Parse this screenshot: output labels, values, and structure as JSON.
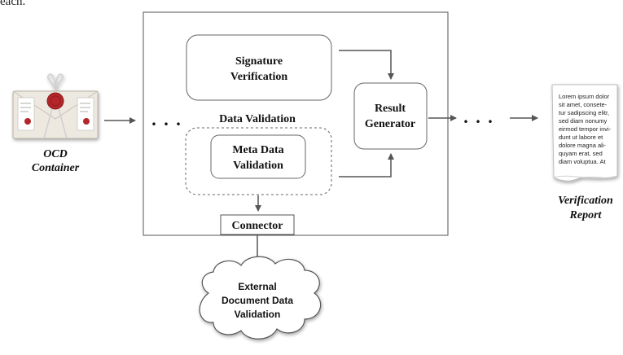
{
  "top_fragment": "each.",
  "inputs": {
    "container_label_line1": "OCD",
    "container_label_line2": "Container"
  },
  "main_box": {
    "signature_line1": "Signature",
    "signature_line2": "Verification",
    "data_validation_title": "Data Validation",
    "meta_line1": "Meta Data",
    "meta_line2": "Validation",
    "result_line1": "Result",
    "result_line2": "Generator",
    "connector_label": "Connector",
    "ellipsis_left": ". . .",
    "ellipsis_right": ". . ."
  },
  "external": {
    "line1": "External",
    "line2": "Document Data",
    "line3": "Validation"
  },
  "report": {
    "label_line1": "Verification",
    "label_line2": "Report",
    "page_text": [
      "Lorem ipsum dolor",
      "sit amet, consete-",
      "tur sadipscing elitr,",
      "sed diam nonumy",
      "eirmod tempor invi-",
      "dunt ut labore et",
      "dolore magna ali-",
      "quyam erat, sed",
      "diam voluptua. At"
    ]
  },
  "colors": {
    "line": "#555555",
    "box_stroke": "#666666",
    "envelope": "#ede9e0",
    "seal": "#b3262a"
  }
}
